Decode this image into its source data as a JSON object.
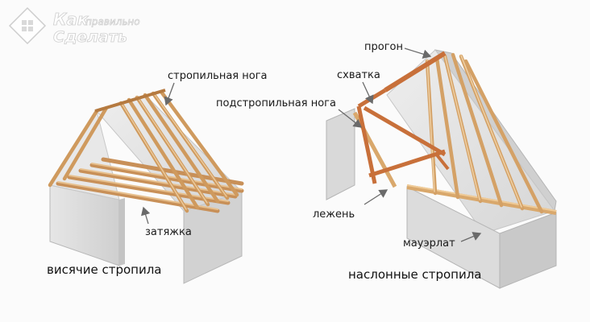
{
  "watermark": {
    "line1": "Как",
    "line1_small": "правильно",
    "line2": "Сделать",
    "icon": "house-window-logo"
  },
  "left_diagram": {
    "caption": "висячие стропила",
    "labels": {
      "rafter_leg": "стропильная нога",
      "tie": "затяжка"
    }
  },
  "right_diagram": {
    "caption": "наслонные стропила",
    "labels": {
      "purlin": "прогон",
      "brace": "схватка",
      "strut": "подстропильная нога",
      "sill": "лежень",
      "mauerlat": "мауэрлат"
    }
  },
  "colors": {
    "wood": "#d9a86c",
    "wood_dark": "#b77c43",
    "wood_red": "#c8703a",
    "wall": "#dcdcdc",
    "wall_dark": "#bdbdbd",
    "arrow": "#6a6a6a"
  }
}
